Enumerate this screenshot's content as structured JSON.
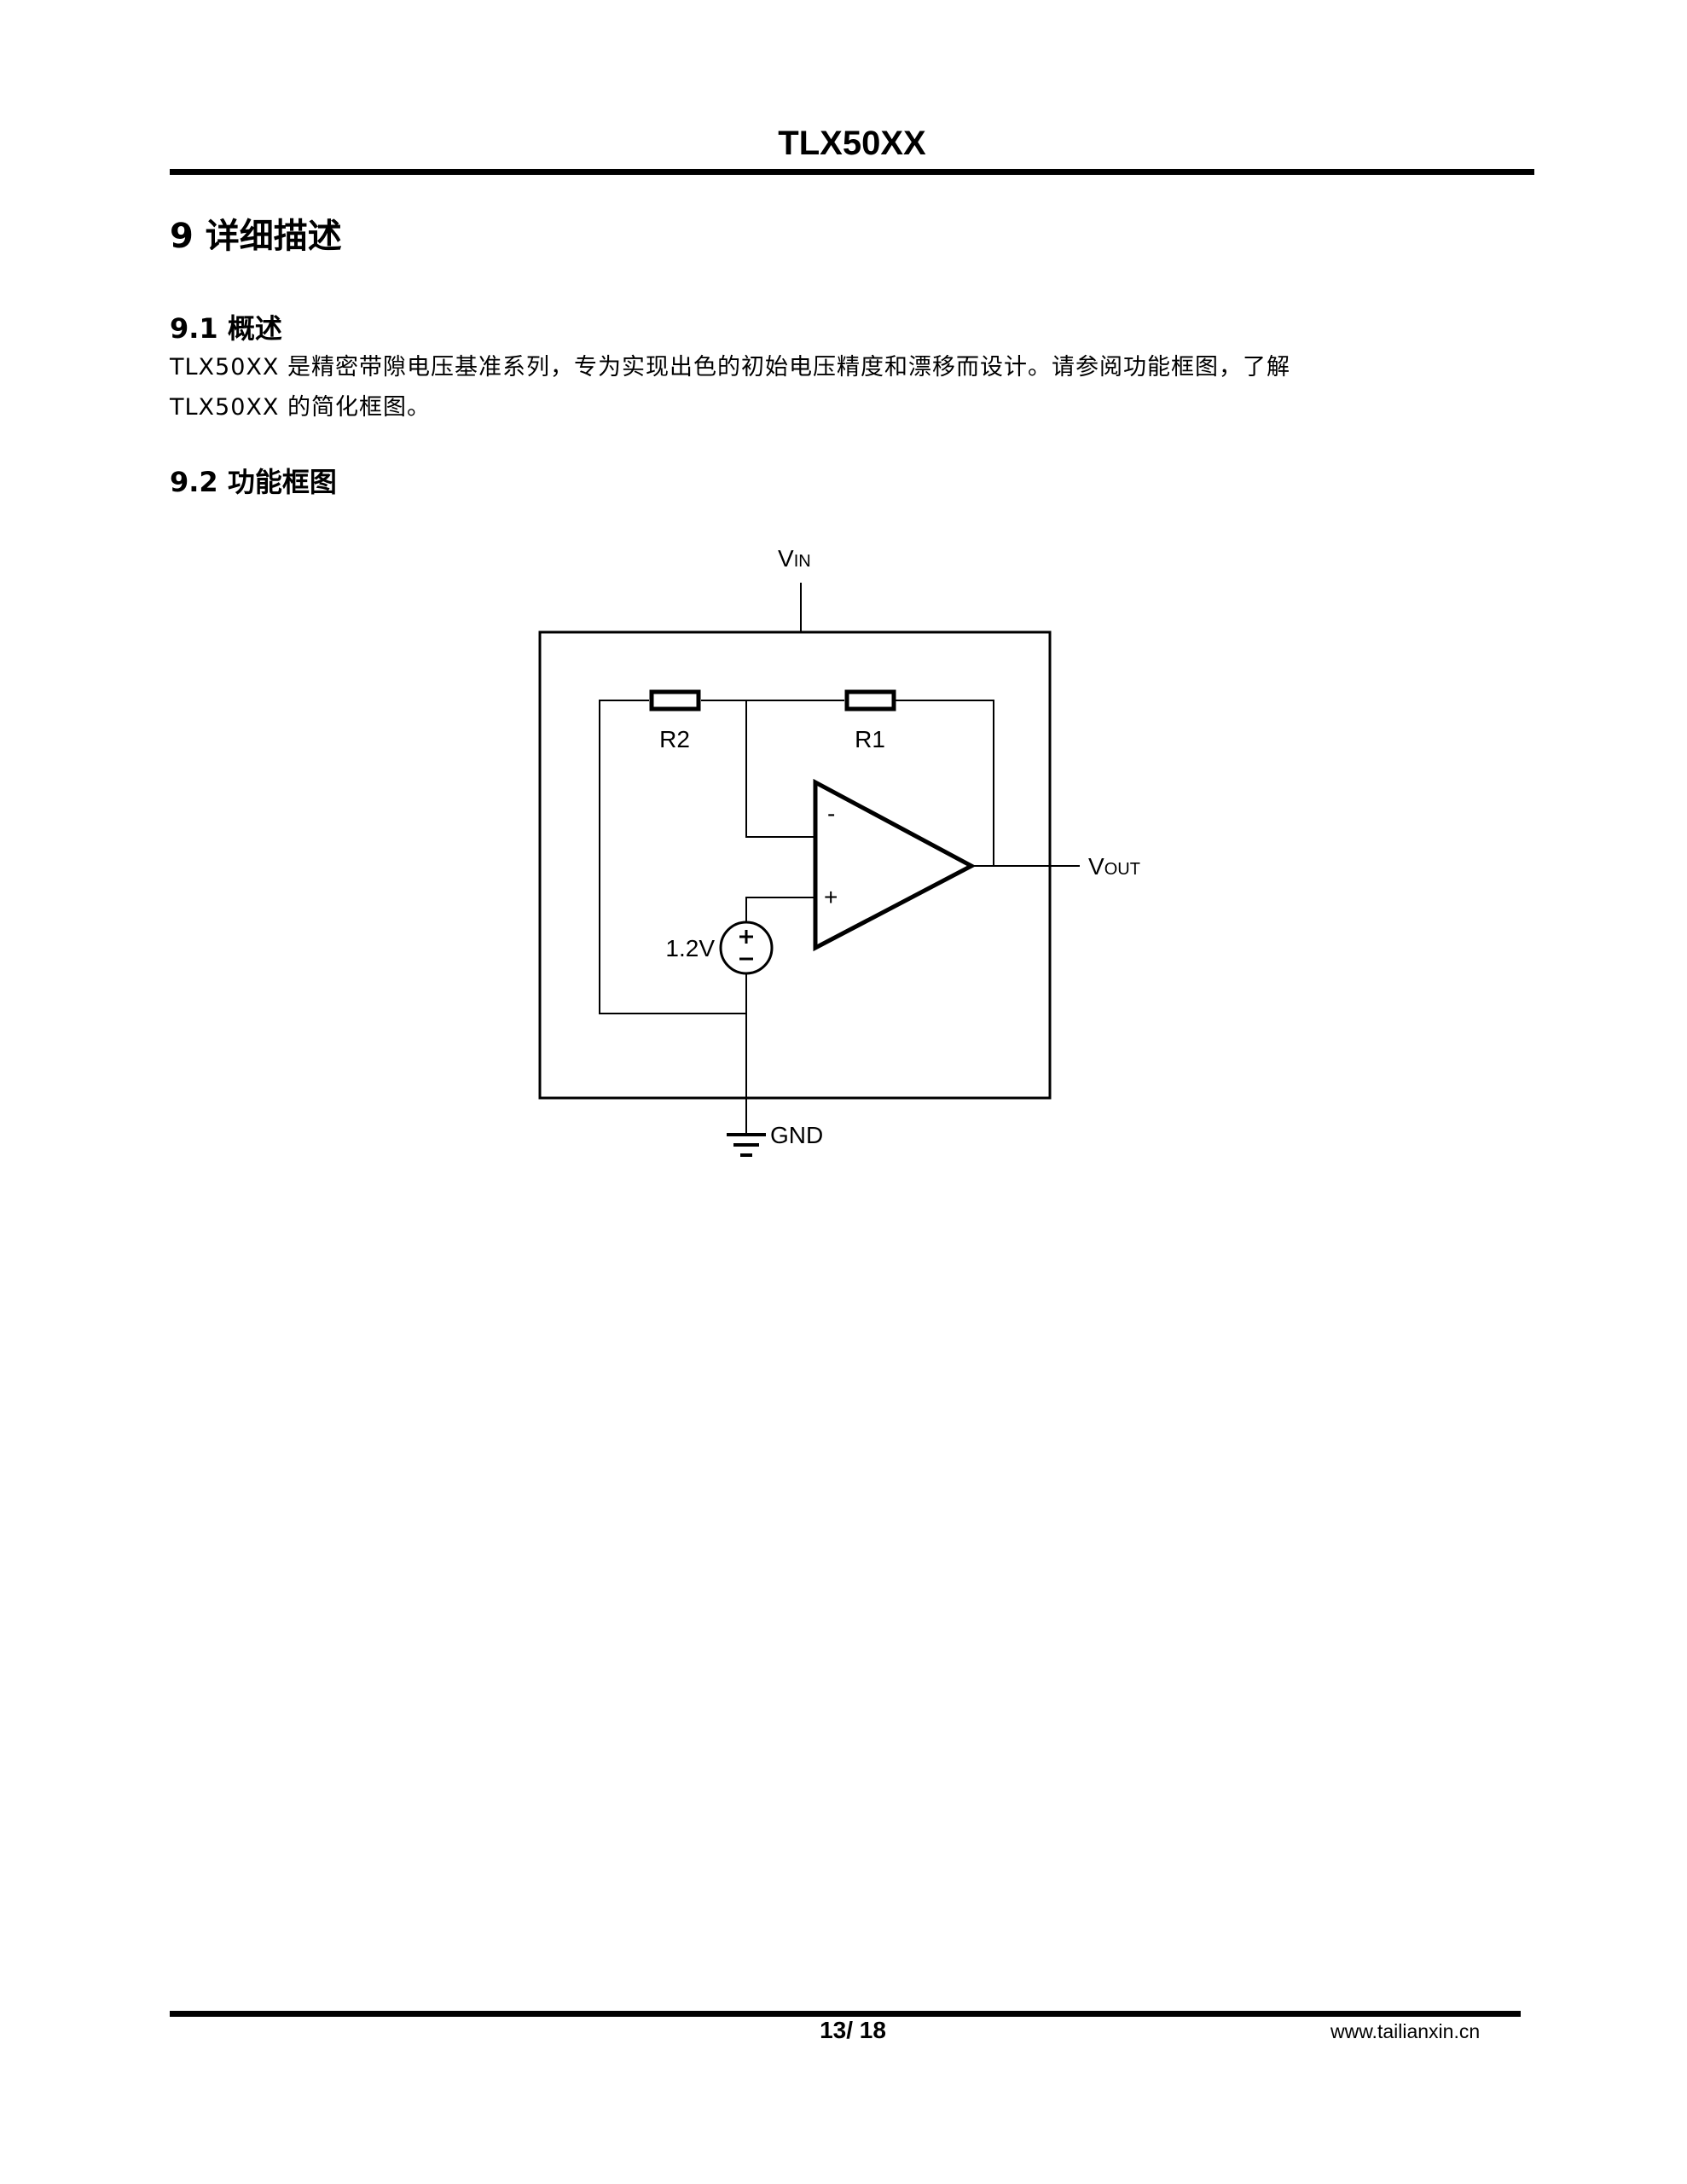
{
  "header": {
    "title": "TLX50XX"
  },
  "section": {
    "heading": "9 详细描述",
    "overview": {
      "heading": "9.1 概述",
      "lines": [
        "TLX50XX 是精密带隙电压基准系列，专为实现出色的初始电压精度和漂移而设计。请参阅功能框图，了解",
        "TLX50XX 的简化框图。"
      ]
    },
    "block_diagram": {
      "heading": "9.2 功能框图",
      "vin": "V",
      "vin_sub": "IN",
      "vout": "V",
      "vout_sub": "OUT",
      "gnd": "GND",
      "r1": "R1",
      "r2": "R2",
      "source": "1.2V",
      "minus": "-",
      "plus": "+"
    }
  },
  "footer": {
    "page": "13/ 18",
    "website": "www.tailianxin.cn"
  }
}
